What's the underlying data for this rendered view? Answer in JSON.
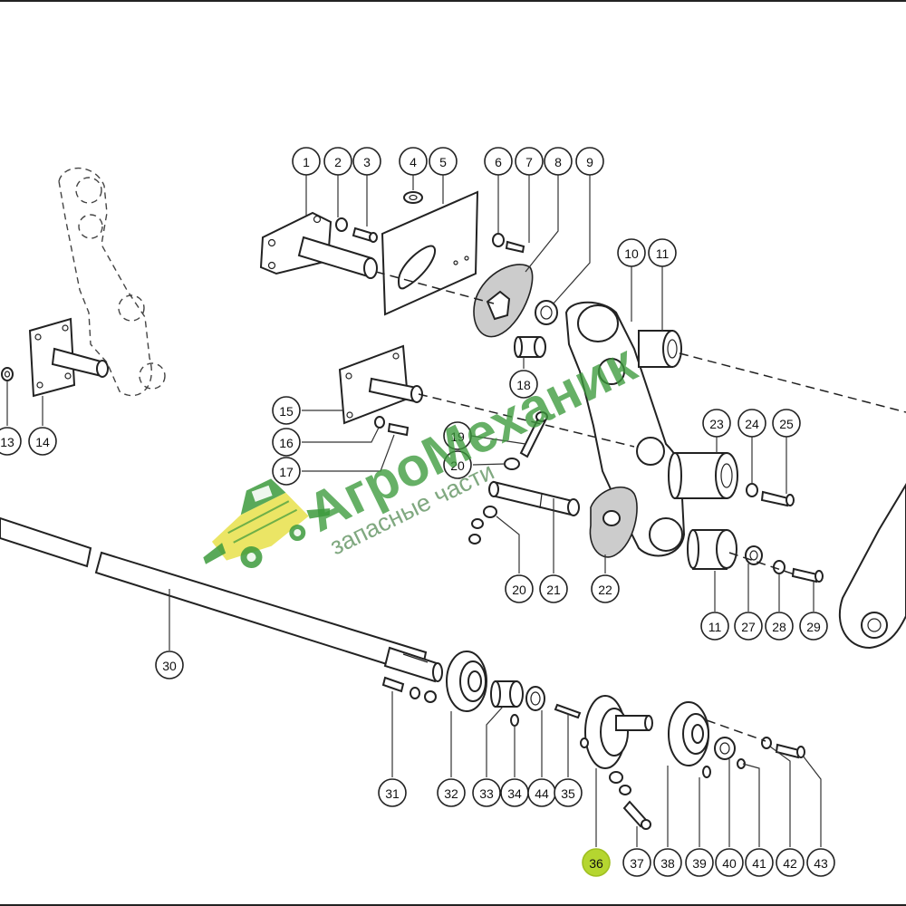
{
  "watermark": {
    "brand": "АгроМеханик",
    "tagline": "запасные части",
    "colors": {
      "brand": "#3c9a3c",
      "tagline": "#6a9a6a",
      "logo_yellow": "#e8e04a"
    }
  },
  "highlight_color": "#b5d630",
  "highlighted_callout": "36",
  "callouts": [
    "1",
    "2",
    "3",
    "4",
    "5",
    "6",
    "7",
    "8",
    "9",
    "10",
    "11",
    "11",
    "13",
    "14",
    "15",
    "16",
    "17",
    "18",
    "19",
    "20",
    "20",
    "21",
    "22",
    "23",
    "24",
    "25",
    "27",
    "28",
    "29",
    "30",
    "31",
    "32",
    "33",
    "34",
    "44",
    "35",
    "36",
    "37",
    "38",
    "39",
    "40",
    "41",
    "42",
    "43"
  ]
}
